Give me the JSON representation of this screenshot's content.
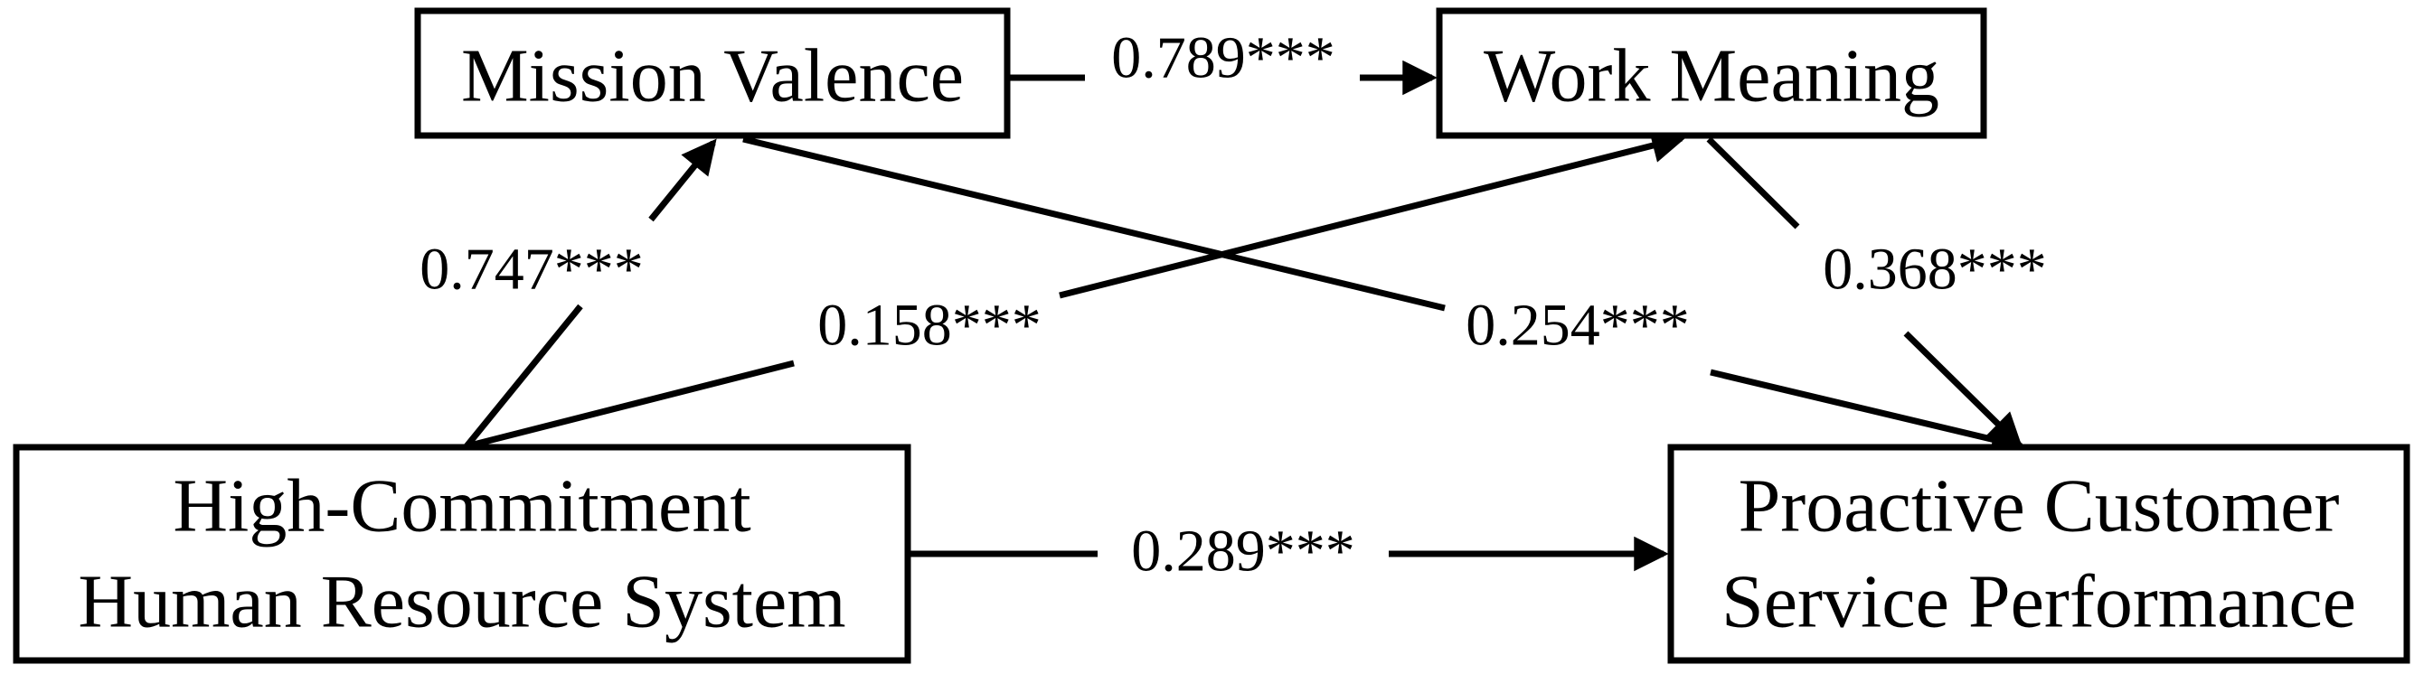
{
  "figure": {
    "type": "path-diagram",
    "background_color": "#ffffff",
    "line_color": "#000000",
    "text_color": "#000000"
  },
  "nodes": {
    "mission_valence": {
      "label": "Mission Valence"
    },
    "work_meaning": {
      "label": "Work Meaning"
    },
    "hchrs": {
      "line1": "High-Commitment",
      "line2": "Human Resource System"
    },
    "pcsp": {
      "line1": "Proactive Customer",
      "line2": "Service Performance"
    }
  },
  "edges": {
    "mv_to_wm": {
      "from": "Mission Valence",
      "to": "Work Meaning",
      "coefficient": "0.789***"
    },
    "hchrs_to_mv": {
      "from": "High-Commitment Human Resource System",
      "to": "Mission Valence",
      "coefficient": "0.747***"
    },
    "hchrs_to_wm": {
      "from": "High-Commitment Human Resource System",
      "to": "Work Meaning",
      "coefficient": "0.158***"
    },
    "mv_to_pcsp": {
      "from": "Mission Valence",
      "to": "Proactive Customer Service Performance",
      "coefficient": "0.254***"
    },
    "wm_to_pcsp": {
      "from": "Work Meaning",
      "to": "Proactive Customer Service Performance",
      "coefficient": "0.368***"
    },
    "hchrs_to_pcsp": {
      "from": "High-Commitment Human Resource System",
      "to": "Proactive Customer Service Performance",
      "coefficient": "0.289***"
    }
  }
}
